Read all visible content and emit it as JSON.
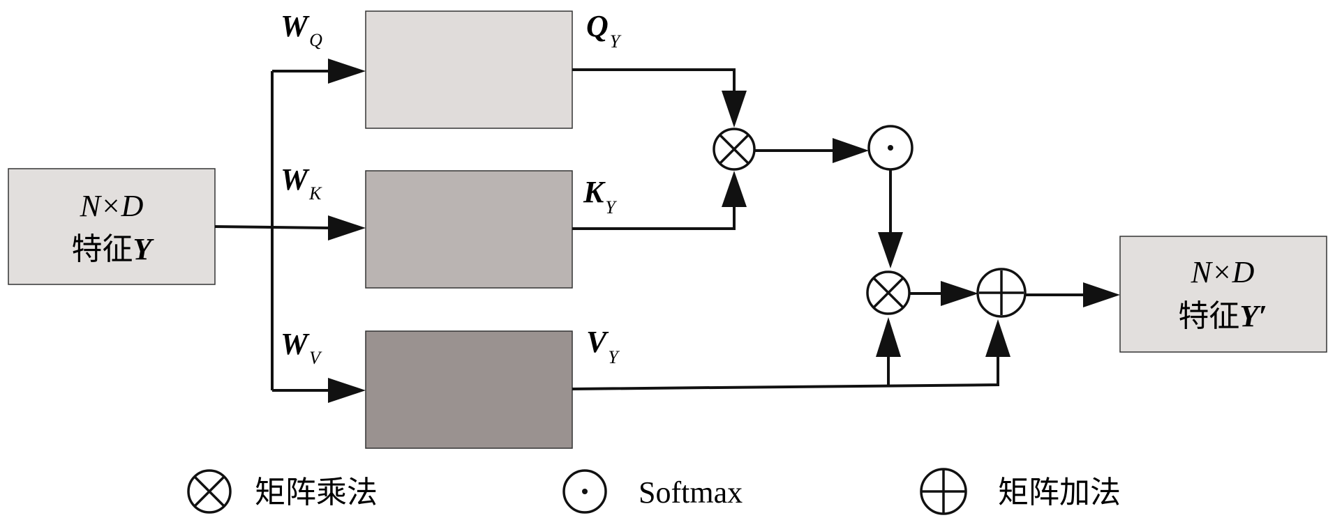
{
  "diagram": {
    "input": {
      "line1": "N×D",
      "line2_prefix": "特征",
      "line2_var": "Y"
    },
    "output": {
      "line1": "N×D",
      "line2_prefix": "特征",
      "line2_var": "Y′"
    },
    "weights": {
      "q": {
        "main": "W",
        "sub": "Q"
      },
      "k": {
        "main": "W",
        "sub": "K"
      },
      "v": {
        "main": "W",
        "sub": "V"
      }
    },
    "projections": {
      "q": {
        "main": "Q",
        "sub": "Y"
      },
      "k": {
        "main": "K",
        "sub": "Y"
      },
      "v": {
        "main": "V",
        "sub": "Y"
      }
    },
    "colors": {
      "q_box": "#e0dcda",
      "k_box": "#bab4b2",
      "v_box": "#9a9290",
      "io_box": "#e2dfdd",
      "stroke": "#111111"
    }
  },
  "legend": {
    "matmul": "矩阵乘法",
    "softmax": "Softmax",
    "matadd": "矩阵加法"
  }
}
